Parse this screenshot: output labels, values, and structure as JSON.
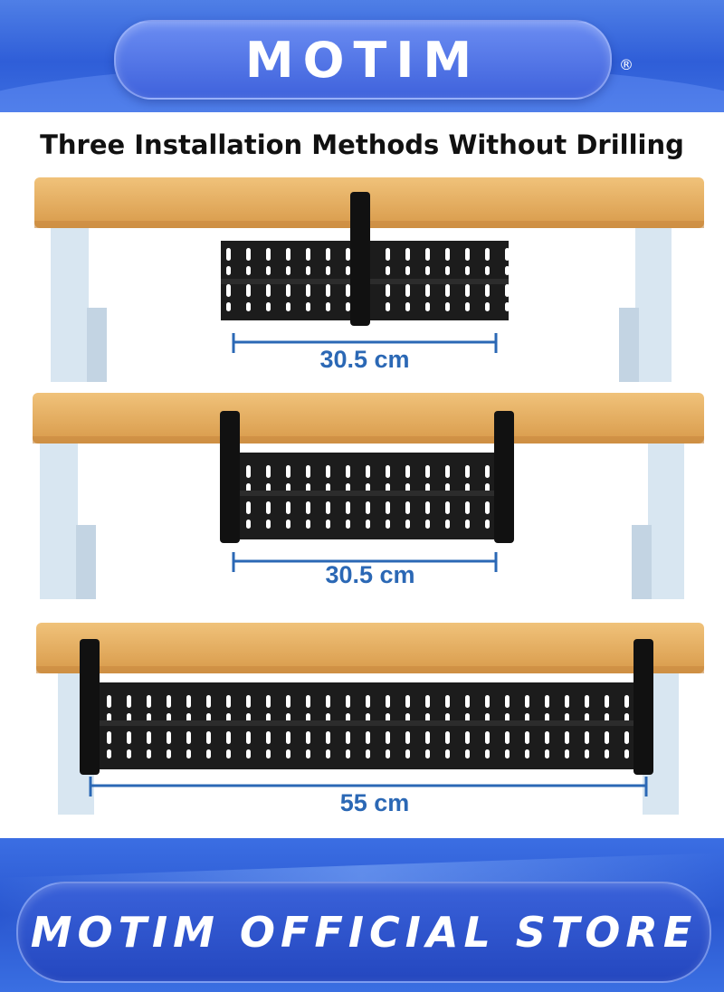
{
  "brand": {
    "name": "MOTIM",
    "registered_mark": "®"
  },
  "heading": "Three Installation Methods Without Drilling",
  "scenes": [
    {
      "dimension_label": "30.5 cm"
    },
    {
      "dimension_label": "30.5 cm"
    },
    {
      "dimension_label": "55 cm"
    }
  ],
  "footer": {
    "store_name": "MOTIM OFFICIAL STORE"
  },
  "colors": {
    "banner_blue": "#2f5ed8",
    "wood": "#e2aa5c",
    "tray": "#1c1c1c",
    "dimension_blue": "#2b68b5",
    "desk_leg": "#d4e2ee"
  }
}
